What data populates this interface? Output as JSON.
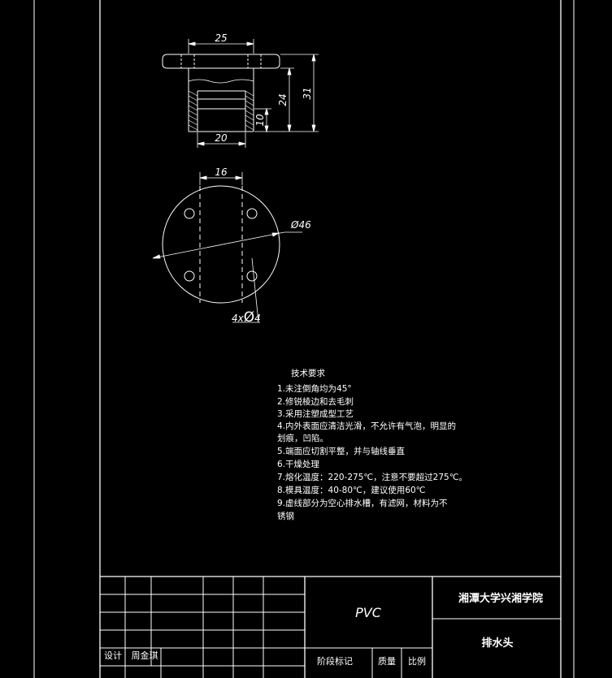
{
  "drawing": {
    "dimensions": {
      "flange_width": "25",
      "total_height": "31",
      "body_height": "24",
      "thread_height": "10",
      "body_width": "20",
      "hole_spacing": "16",
      "outer_diameter": "Ø46",
      "hole_spec_prefix": "4x",
      "hole_spec_symbol": "Ø",
      "hole_spec_size": "4"
    },
    "tech_requirements": {
      "heading": "技术要求",
      "lines": [
        "1.未注倒角均为45°",
        "2.修锐棱边和去毛刺",
        "3.采用注塑成型工艺",
        "4.内外表面应清洁光滑，不允许有气泡，明显的",
        "划痕，凹陷。",
        "5.端面应切割平整，并与轴线垂直",
        "6.干燥处理",
        "7.熔化温度：220-275℃，注意不要超过275℃。",
        "8.模具温度：40-80℃，建议使用60℃",
        "9.虚线部分为空心排水槽，有滤网，材料为不",
        "锈钢"
      ]
    },
    "title_block": {
      "material": "PVC",
      "school": "湘潭大学兴湘学院",
      "part_name": "排水头",
      "design_label": "设计",
      "designer": "周金琪",
      "stage_label": "阶段标记",
      "mass_label": "质量",
      "scale_label": "比例"
    }
  }
}
